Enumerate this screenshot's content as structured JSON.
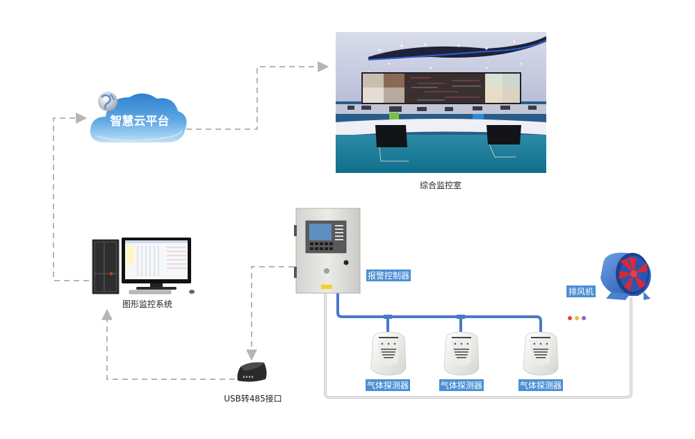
{
  "diagram": {
    "title": "Gas detection alarm system topology",
    "colors": {
      "dashed_line": "#b5b5b5",
      "cable_blue": "#4a78c8",
      "cable_gray": "#cfcfcf",
      "tag_bg": "#4a8fd4",
      "tag_text": "#ffffff",
      "cloud_top": "#2f7fd0",
      "cloud_bottom": "#a9d4f2"
    },
    "nodes": {
      "cloud": {
        "label": "智慧云平台",
        "icon": "cloud-globe-icon"
      },
      "control_room": {
        "label": "综合监控室",
        "icon": "control-room-photo"
      },
      "pc": {
        "label": "图形监控系统",
        "icon": "desktop-computer-icon"
      },
      "controller": {
        "label": "报警控制器",
        "icon": "alarm-controller-icon"
      },
      "usb485": {
        "label": "USB转485接口",
        "icon": "usb-485-converter-icon"
      },
      "fan": {
        "label": "排风机",
        "icon": "exhaust-fan-icon"
      },
      "detectors": [
        {
          "label": "气体探测器",
          "icon": "gas-detector-icon"
        },
        {
          "label": "气体探测器",
          "icon": "gas-detector-icon"
        },
        {
          "label": "气体探测器",
          "icon": "gas-detector-icon"
        }
      ],
      "ellipsis_dots": [
        "#e8413a",
        "#f2b632",
        "#8e5fc0"
      ]
    },
    "edges": [
      {
        "from": "pc",
        "to": "cloud",
        "style": "dashed"
      },
      {
        "from": "cloud",
        "to": "control_room",
        "style": "dashed"
      },
      {
        "from": "controller",
        "to": "usb485",
        "style": "dashed"
      },
      {
        "from": "usb485",
        "to": "pc",
        "style": "dashed"
      },
      {
        "from": "controller",
        "to": "detectors",
        "style": "blue-cable"
      },
      {
        "from": "controller",
        "to": "fan",
        "style": "gray-cable"
      }
    ]
  }
}
